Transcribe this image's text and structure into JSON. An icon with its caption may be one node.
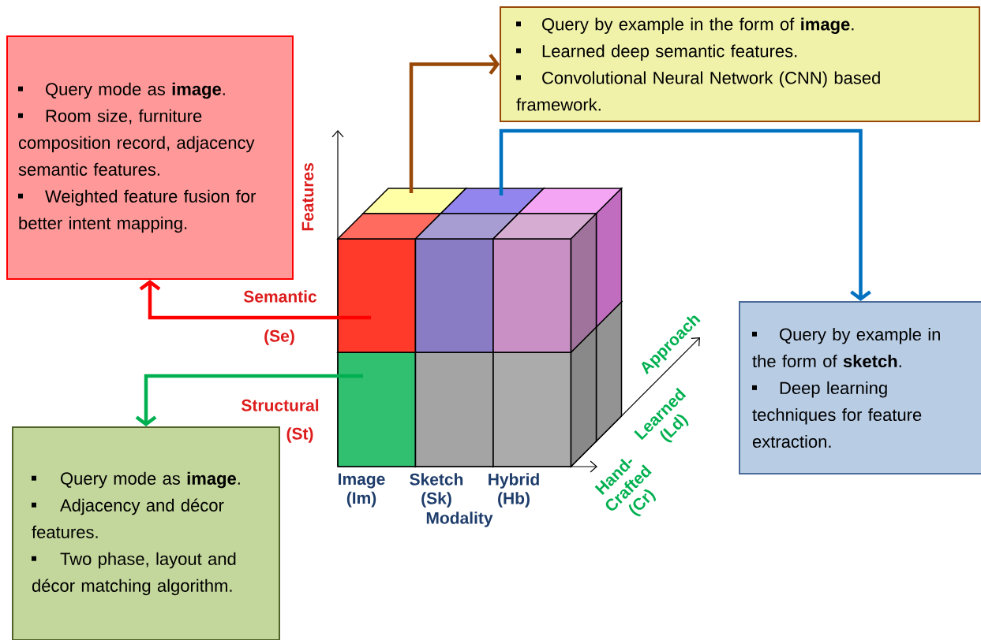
{
  "diagram": {
    "nodes": [
      {
        "text": [
          "Query by example in the form of **image**.",
          "Learned deep semantic features.",
          "Convolutional Neural Network (CNN) based framework."
        ]
      },
      {
        "text": [
          "Query mode as **image**.",
          "Room size,  furniture composition record, adjacency semantic features.",
          "Weighted feature fusion for  better intent mapping."
        ]
      },
      {
        "text": [
          "Query by example in the form of **sketch**.",
          "Deep learning techniques for feature extraction."
        ]
      },
      {
        "text": [
          "Query mode as **image**.",
          "Adjacency and décor features.",
          "Two phase, layout and décor  matching algorithm."
        ]
      }
    ],
    "edges": [
      {
        "from": null,
        "to": 0,
        "arrow": "to",
        "color": "#984807"
      },
      {
        "from": null,
        "to": 2,
        "arrow": "to",
        "color": "#0070c0"
      },
      {
        "from": null,
        "to": 1,
        "arrow": "to",
        "color": "#ff0000"
      },
      {
        "from": null,
        "to": 3,
        "arrow": "to",
        "color": "#00b050"
      }
    ],
    "labels": [
      "Features",
      "Semantic",
      "(Se)",
      "Structural",
      "(St)",
      "Image (Im)",
      "Sketch (Sk)",
      "Hybrid (Hb)",
      "Modality",
      "Approach",
      "Learned (Ld)",
      "Hand-Crafted (Cr)"
    ]
  }
}
